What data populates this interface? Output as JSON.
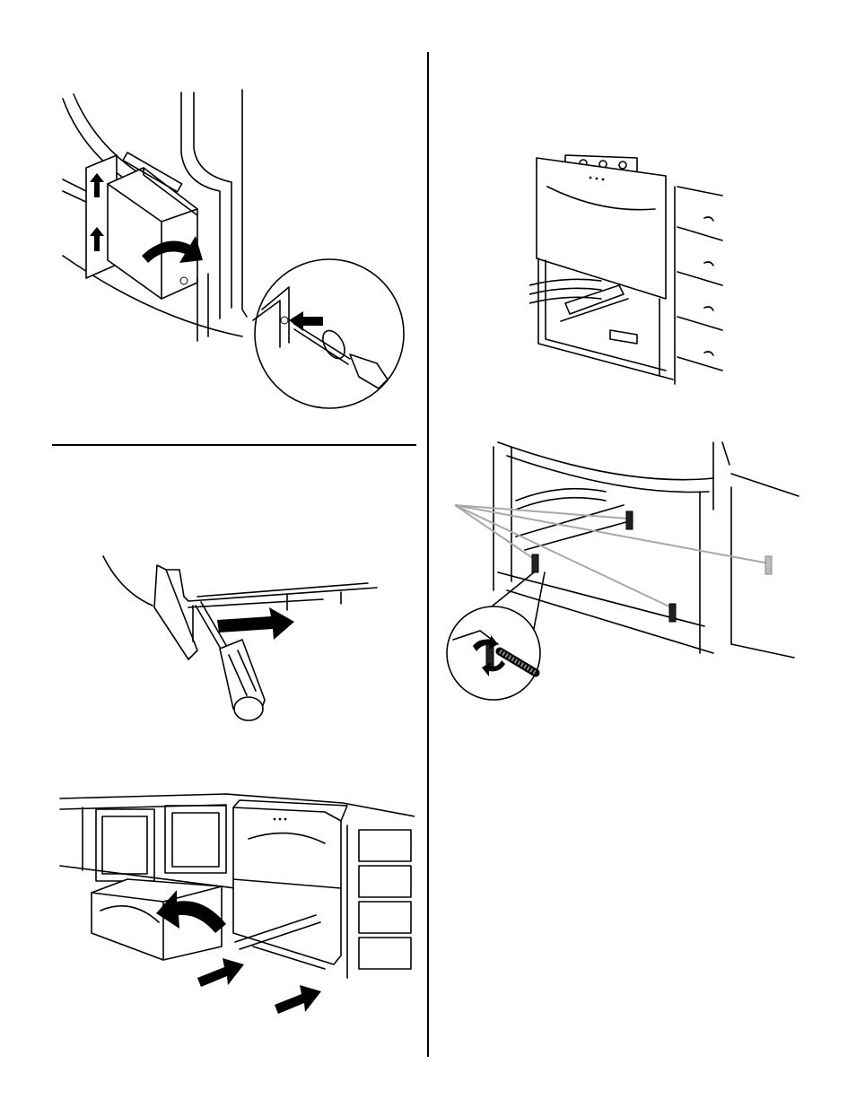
{
  "page": {
    "figures": [
      {
        "id": "fig-junction-box-cover",
        "icons": [
          "junction-box",
          "curved-arrow",
          "screwdriver",
          "detail-magnifier"
        ]
      },
      {
        "id": "fig-release-tab",
        "icons": [
          "screwdriver",
          "push-arrow"
        ]
      },
      {
        "id": "fig-drawer-removal",
        "icons": [
          "drawer",
          "curved-arrow",
          "push-arrow"
        ]
      },
      {
        "id": "fig-level-drawer-front",
        "icons": [
          "spirit-level",
          "drawer-front",
          "cabinet"
        ]
      },
      {
        "id": "fig-leveling-legs",
        "icons": [
          "leveling-leg",
          "callout-lines",
          "wrench",
          "detail-magnifier"
        ]
      }
    ]
  }
}
